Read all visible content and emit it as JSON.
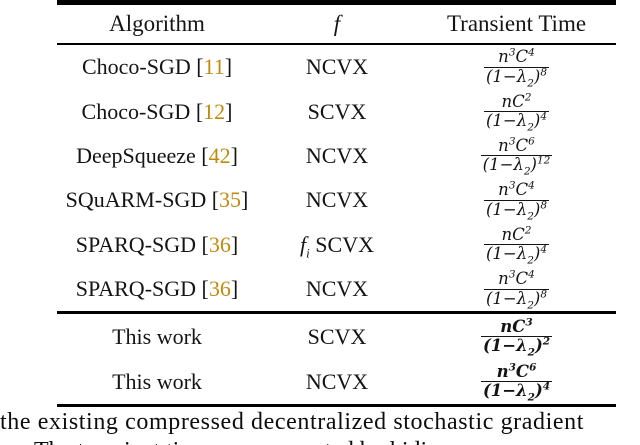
{
  "colors": {
    "citation": "#bf8b0e",
    "text": "#141414",
    "rule": "#000000",
    "background": "#ffffff"
  },
  "table": {
    "headers": {
      "algorithm": "Algorithm",
      "f": "f",
      "transient_time": "Transient Time"
    },
    "rows": [
      {
        "name": "Choco-SGD",
        "cite_open": " [",
        "cite_num": "11",
        "cite_close": "]",
        "f_base": "",
        "f_sub": "",
        "f_text": "NCVX",
        "num_b1": "n",
        "num_s1": "3",
        "num_b2": "C",
        "num_s2": "4",
        "den_pre": "(1−λ",
        "den_sub": "2",
        "den_mid": ")",
        "den_exp": "8"
      },
      {
        "name": "Choco-SGD",
        "cite_open": " [",
        "cite_num": "12",
        "cite_close": "]",
        "f_base": "",
        "f_sub": "",
        "f_text": "SCVX",
        "num_b1": "n",
        "num_s1": "",
        "num_b2": "C",
        "num_s2": "2",
        "den_pre": "(1−λ",
        "den_sub": "2",
        "den_mid": ")",
        "den_exp": "4"
      },
      {
        "name": "DeepSqueeze",
        "cite_open": " [",
        "cite_num": "42",
        "cite_close": "]",
        "f_base": "",
        "f_sub": "",
        "f_text": "NCVX",
        "num_b1": "n",
        "num_s1": "3",
        "num_b2": "C",
        "num_s2": "6",
        "den_pre": "(1−λ",
        "den_sub": "2",
        "den_mid": ")",
        "den_exp": "12"
      },
      {
        "name": "SQuARM-SGD",
        "cite_open": " [",
        "cite_num": "35",
        "cite_close": "]",
        "f_base": "",
        "f_sub": "",
        "f_text": "NCVX",
        "num_b1": "n",
        "num_s1": "3",
        "num_b2": "C",
        "num_s2": "4",
        "den_pre": "(1−λ",
        "den_sub": "2",
        "den_mid": ")",
        "den_exp": "8"
      },
      {
        "name": "SPARQ-SGD",
        "cite_open": " [",
        "cite_num": "36",
        "cite_close": "]",
        "f_base": "f",
        "f_sub": "i",
        "f_text": " SCVX",
        "num_b1": "n",
        "num_s1": "",
        "num_b2": "C",
        "num_s2": "2",
        "den_pre": "(1−λ",
        "den_sub": "2",
        "den_mid": ")",
        "den_exp": "4"
      },
      {
        "name": "SPARQ-SGD",
        "cite_open": " [",
        "cite_num": "36",
        "cite_close": "]",
        "f_base": "",
        "f_sub": "",
        "f_text": "NCVX",
        "num_b1": "n",
        "num_s1": "3",
        "num_b2": "C",
        "num_s2": "4",
        "den_pre": "(1−λ",
        "den_sub": "2",
        "den_mid": ")",
        "den_exp": "8"
      },
      {
        "name": "This work",
        "cite_open": "",
        "cite_num": "",
        "cite_close": "",
        "f_base": "",
        "f_sub": "",
        "f_text": "SCVX",
        "num_b1": "n",
        "num_s1": "",
        "num_b2": "C",
        "num_s2": "3",
        "den_pre": "(1−λ",
        "den_sub": "2",
        "den_mid": ")",
        "den_exp": "2"
      },
      {
        "name": "This work",
        "cite_open": "",
        "cite_num": "",
        "cite_close": "",
        "f_base": "",
        "f_sub": "",
        "f_text": "NCVX",
        "num_b1": "n",
        "num_s1": "3",
        "num_b2": "C",
        "num_s2": "6",
        "den_pre": "(1−λ",
        "den_sub": "2",
        "den_mid": ")",
        "den_exp": "4"
      }
    ]
  },
  "caption": {
    "line1": "the existing compressed decentralized stochastic gradient",
    "line2": "The transient times are computed by hiding"
  }
}
